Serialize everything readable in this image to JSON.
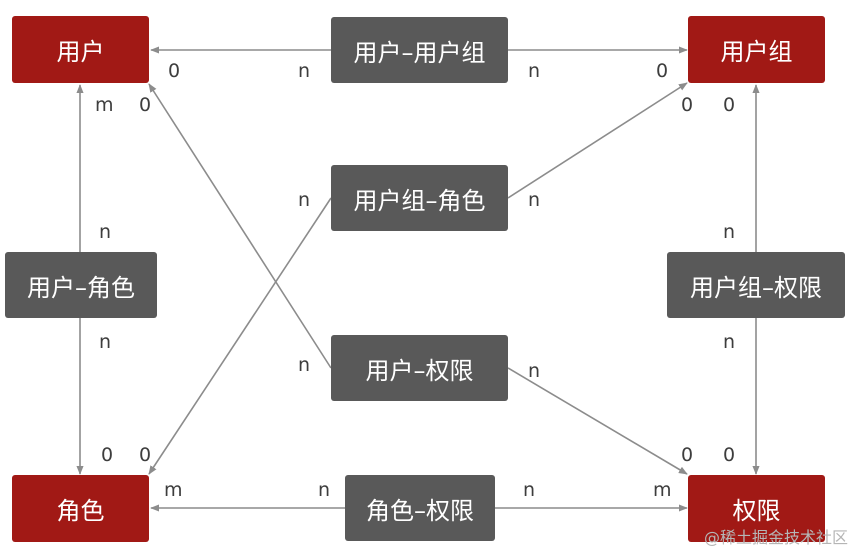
{
  "colors": {
    "entity": "#a11915",
    "relation": "#595959",
    "line": "#8c8c8c"
  },
  "entities": {
    "user": "用户",
    "user_group": "用户组",
    "role": "角色",
    "permission": "权限"
  },
  "relations": {
    "user_usergroup": "用户–用户组",
    "usergroup_role": "用户组–角色",
    "user_role": "用户–角色",
    "usergroup_permission": "用户组–权限",
    "user_permission": "用户–权限",
    "role_permission": "角色–权限"
  },
  "multiplicity": {
    "user_side_top_zero": "0",
    "user_usergroup_n_left": "n",
    "user_usergroup_n_right": "n",
    "usergroup_side_top_zero": "0",
    "user_bottom_m": "m",
    "user_bottom_zero": "0",
    "usergroup_bottom_zero_a": "0",
    "usergroup_bottom_zero_b": "0",
    "usergroup_role_n_left": "n",
    "usergroup_role_n_right": "n",
    "user_role_n_top": "n",
    "user_role_n_bottom": "n",
    "usergroup_perm_n_top": "n",
    "usergroup_perm_n_bottom": "n",
    "user_perm_n_left": "n",
    "user_perm_n_right": "n",
    "role_top_zero_a": "0",
    "role_top_zero_b": "0",
    "perm_top_zero_a": "0",
    "perm_top_zero_b": "0",
    "role_side_m": "m",
    "role_perm_n_left": "n",
    "role_perm_n_right": "n",
    "perm_side_m": "m"
  },
  "watermark": "@稀土掘金技术社区"
}
